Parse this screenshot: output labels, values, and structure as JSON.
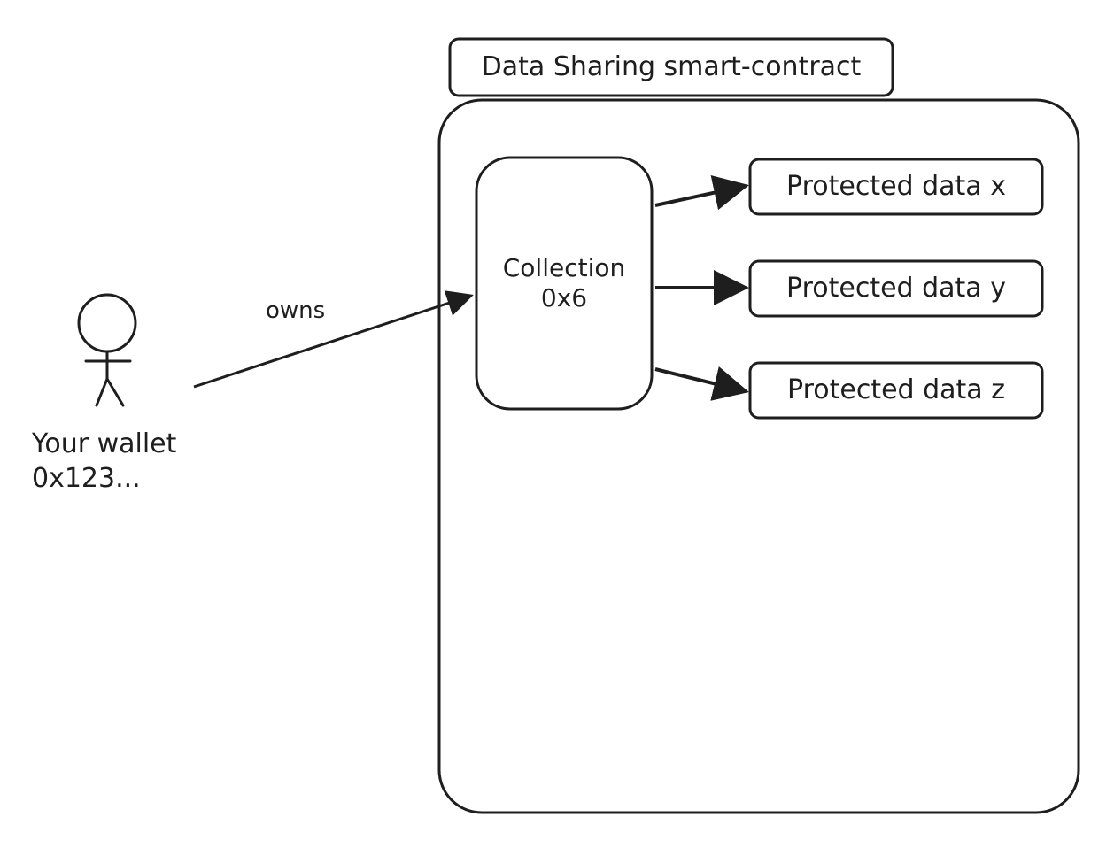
{
  "diagram": {
    "container_title": "Data Sharing smart-contract",
    "collection": {
      "line1": "Collection",
      "line2": "0x6"
    },
    "protected_data": [
      {
        "label": "Protected data x"
      },
      {
        "label": "Protected data y"
      },
      {
        "label": "Protected data z"
      }
    ],
    "edge_label": "owns",
    "actor": {
      "line1": "Your wallet",
      "line2": "0x123..."
    },
    "colors": {
      "stroke": "#1e1e1e",
      "background": "#ffffff"
    }
  }
}
